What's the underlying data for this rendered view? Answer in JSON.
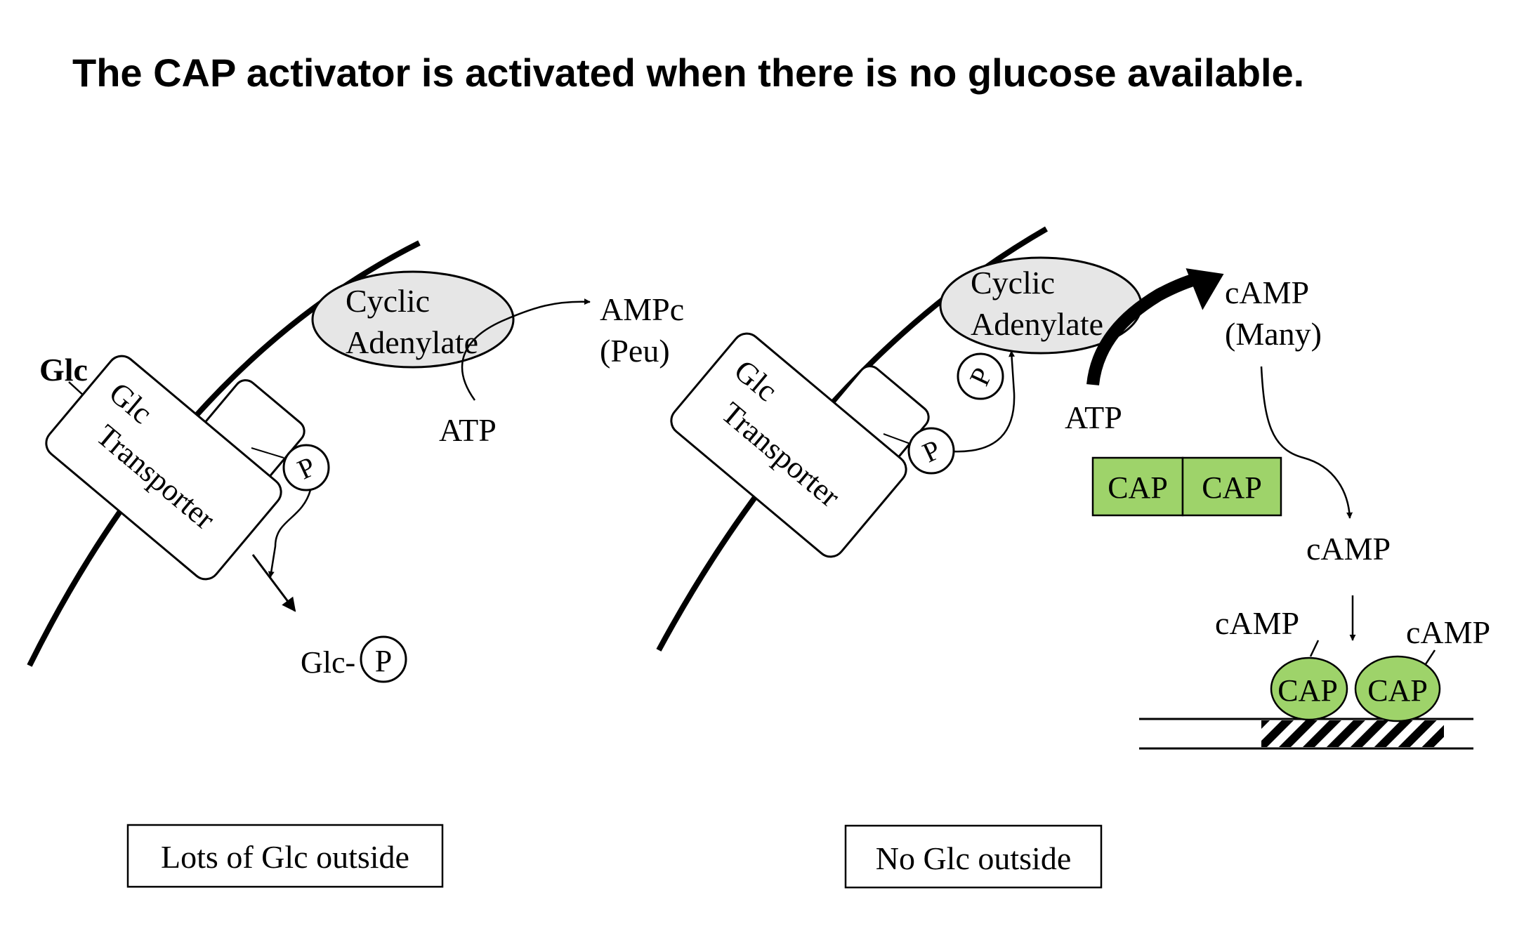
{
  "title": "The CAP activator is activated when there is no glucose available.",
  "left_panel": {
    "glc_label": "Glc",
    "transporter_line1": "Glc",
    "transporter_line2": "Transporter",
    "enzyme_line1": "Cyclic",
    "enzyme_line2": "Adenylate",
    "substrate": "ATP",
    "product_line1": "AMPc",
    "product_line2": "(Peu)",
    "phosphate": "P",
    "glc_p_prefix": "Glc-",
    "glc_p_phosphate": "P",
    "caption": "Lots of Glc outside"
  },
  "right_panel": {
    "transporter_line1": "Glc",
    "transporter_line2": "Transporter",
    "enzyme_line1": "Cyclic",
    "enzyme_line2": "Adenylate",
    "phosphate_enzyme": "P",
    "phosphate_transporter": "P",
    "substrate": "ATP",
    "product_line1": "cAMP",
    "product_line2": "(Many)",
    "cap_box_left": "CAP",
    "cap_box_right": "CAP",
    "camp_middle": "cAMP",
    "camp_bound_left": "cAMP",
    "camp_bound_right": "cAMP",
    "cap_dna_left": "CAP",
    "cap_dna_right": "CAP",
    "caption": "No Glc outside"
  },
  "colors": {
    "enzyme_fill": "#e6e6e6",
    "cap_fill": "#9ed36a",
    "stroke": "#000000",
    "background": "#ffffff"
  }
}
